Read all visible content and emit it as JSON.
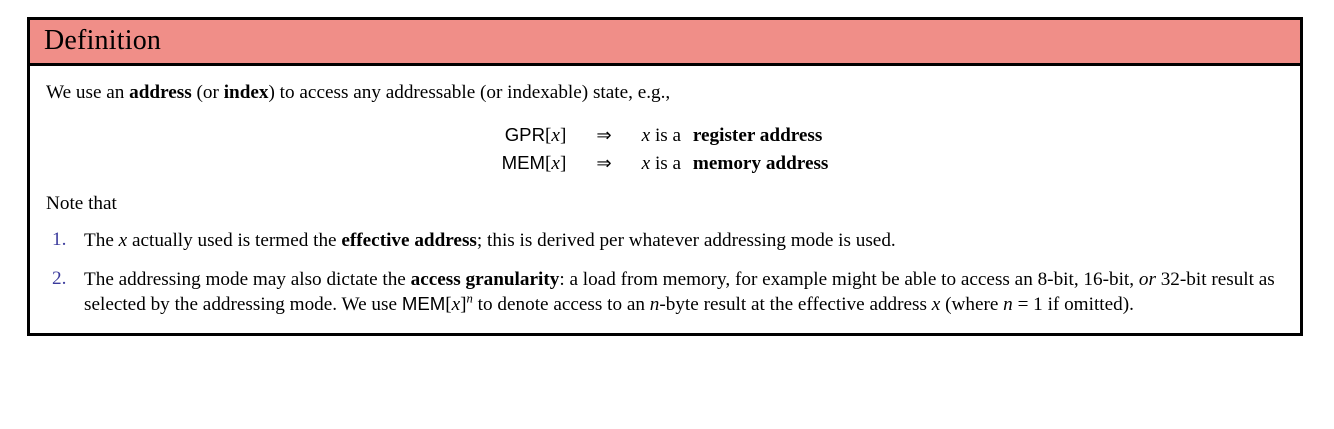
{
  "document": {
    "block_type": "definition-box",
    "colors": {
      "header_background": "#F08E88",
      "border": "#000000",
      "body_background": "#FFFFFF",
      "list_marker": "#3A3A9C",
      "text": "#000000"
    }
  },
  "header": {
    "title": "Definition"
  },
  "body": {
    "intro": {
      "part1": "We use an ",
      "bold1": "address",
      "part2": " (or ",
      "bold2": "index",
      "part3": ") to access any addressable (or indexable) state, e.g.,"
    },
    "display": {
      "rows": [
        {
          "lhs_name": "GPR",
          "lhs_open": "[",
          "lhs_var": "x",
          "lhs_close": "]",
          "arrow": "⇒",
          "rhs_var": "x",
          "rhs_text": " is a ",
          "rhs_bold": "register address"
        },
        {
          "lhs_name": "MEM",
          "lhs_open": "[",
          "lhs_var": "x",
          "lhs_close": "]",
          "arrow": "⇒",
          "rhs_var": "x",
          "rhs_text": " is a ",
          "rhs_bold": "memory address"
        }
      ]
    },
    "note_lead": "Note that",
    "items": [
      {
        "marker": "1.",
        "seg1": "The ",
        "var1": "x",
        "seg2": " actually used is termed the ",
        "bold1": "effective address",
        "seg3": "; this is derived per whatever addressing mode is used."
      },
      {
        "marker": "2.",
        "seg1": "The addressing mode may also dictate the ",
        "bold1": "access granularity",
        "seg2": ": a load from memory, for example might be able to access an 8-bit, 16-bit, ",
        "italic1": "or",
        "seg3": " 32-bit result as selected by the addressing mode. We use ",
        "mem_name": "MEM",
        "mem_open": "[",
        "mem_var": "x",
        "mem_close": "]",
        "mem_sup": "n",
        "seg4": " to denote access to an ",
        "var2": "n",
        "seg5": "-byte result at the effective address ",
        "var3": "x",
        "seg6": " (where ",
        "var4": "n",
        "seg7": " = 1 if omitted)."
      }
    ]
  }
}
